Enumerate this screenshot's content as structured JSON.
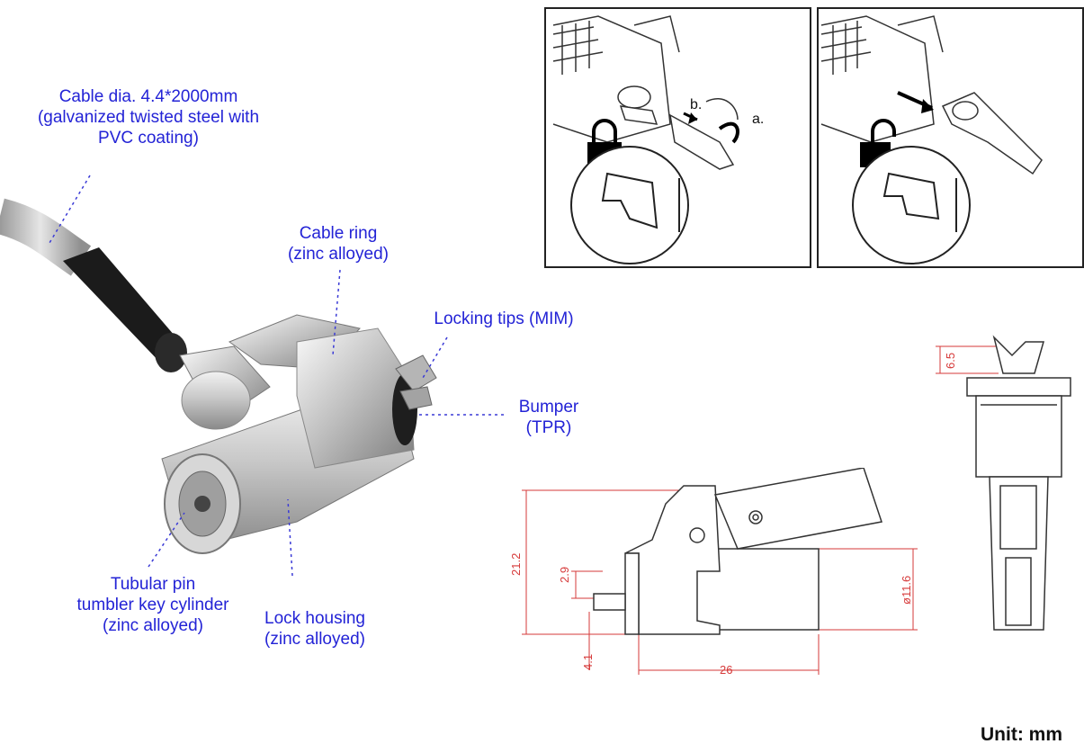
{
  "callouts": {
    "cable": [
      "Cable dia. 4.4*2000mm",
      "(galvanized twisted steel with",
      "PVC coating)"
    ],
    "cable_ring": [
      "Cable ring",
      "(zinc alloyed)"
    ],
    "locking_tips": [
      "Locking tips (MIM)"
    ],
    "bumper": [
      "Bumper",
      "(TPR)"
    ],
    "key_cylinder": [
      "Tubular pin",
      "tumbler key cylinder",
      "(zinc alloyed)"
    ],
    "lock_housing": [
      "Lock housing",
      "(zinc alloyed)"
    ]
  },
  "instructions": {
    "step_a": "a.",
    "step_b": "b."
  },
  "dimensions": {
    "height_total": "21.2",
    "tip_gap": "2.9",
    "tip_length": "4.1",
    "body_diameter": "ø11.6",
    "body_length": "26",
    "side_tip": "6.5"
  },
  "unit_label": "Unit: mm",
  "colors": {
    "callout_text": "#2323d6",
    "dimension_red": "#d63a3a",
    "leader_blue": "#3a3ad6"
  }
}
